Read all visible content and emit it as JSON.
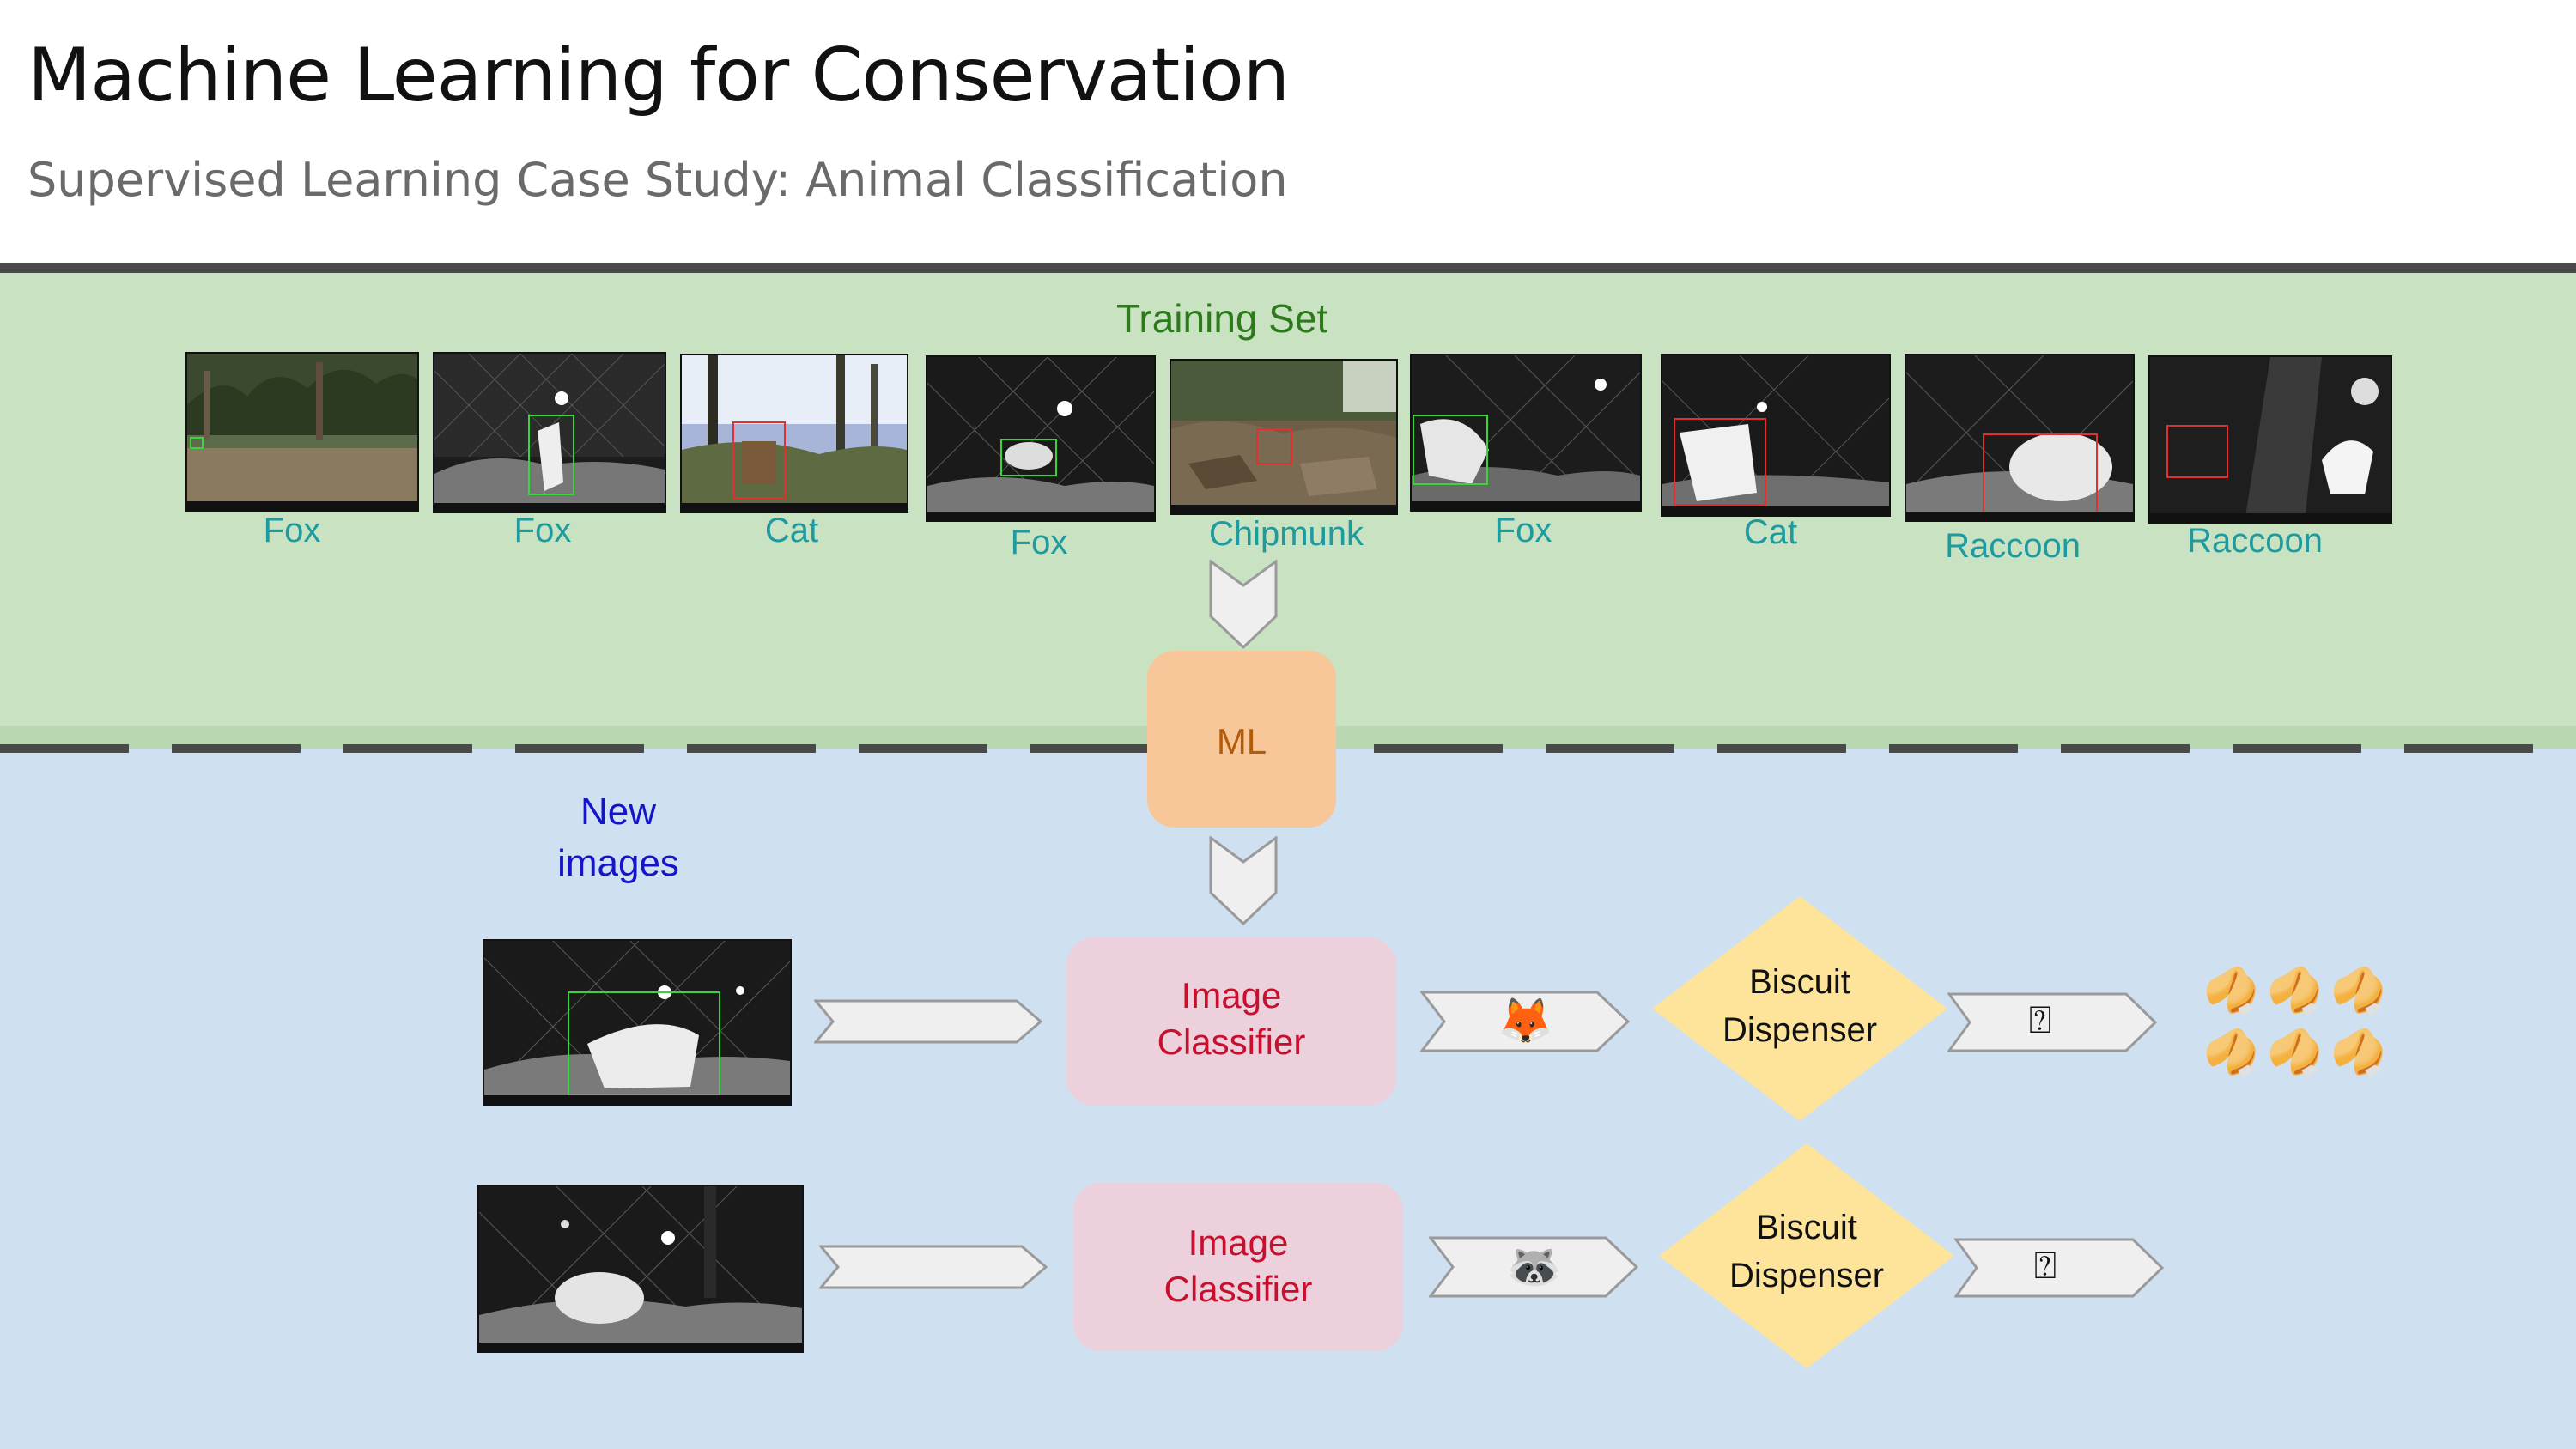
{
  "header": {
    "title": "Machine Learning for Conservation",
    "subtitle": "Supervised Learning Case Study: Animal Classification"
  },
  "training": {
    "title": "Training Set",
    "images": [
      {
        "label": "Fox"
      },
      {
        "label": "Fox"
      },
      {
        "label": "Cat"
      },
      {
        "label": "Fox"
      },
      {
        "label": "Chipmunk"
      },
      {
        "label": "Fox"
      },
      {
        "label": "Cat"
      },
      {
        "label": "Raccoon"
      },
      {
        "label": "Raccoon"
      }
    ]
  },
  "ml_box": {
    "label": "ML"
  },
  "new_images": {
    "label_line1": "New",
    "label_line2": "images"
  },
  "pipelines": [
    {
      "classifier_line1": "Image",
      "classifier_line2": "Classifier",
      "prediction_icon": "fox-face-icon",
      "prediction_glyph": "🦊",
      "dispenser_line1": "Biscuit",
      "dispenser_line2": "Dispenser",
      "output_glyph": "⍰",
      "reward_icon": "fortune-cookie-icon",
      "reward_glyph": "🥠",
      "reward_count": 6
    },
    {
      "classifier_line1": "Image",
      "classifier_line2": "Classifier",
      "prediction_icon": "raccoon-face-icon",
      "prediction_glyph": "🦝",
      "dispenser_line1": "Biscuit",
      "dispenser_line2": "Dispenser",
      "output_glyph": "⍰",
      "reward_count": 0
    }
  ],
  "colors": {
    "training_bg": "#c9e2c1",
    "new_bg": "#cfe0f1",
    "ml_box": "#f7c79a",
    "classifier_box": "#ecd0db",
    "dispenser": "#fde49a",
    "label_teal": "#1f9a9f",
    "label_green": "#2d7a1c",
    "label_blue": "#1414cc",
    "classifier_text": "#c8102e",
    "ml_text": "#b25b09"
  }
}
